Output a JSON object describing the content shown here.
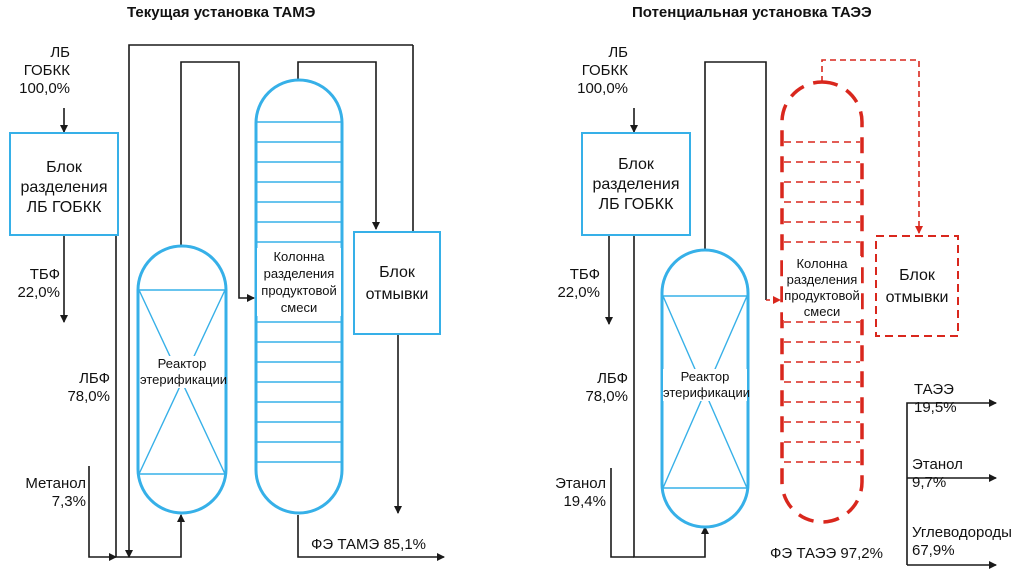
{
  "left": {
    "title": "Текущая установка ТАМЭ",
    "feed": [
      "ЛБ",
      "ГОБКК",
      "100,0%"
    ],
    "separation_block": [
      "Блок",
      "разделения",
      "ЛБ ГОБКК"
    ],
    "tbf": [
      "ТБФ",
      "22,0%"
    ],
    "lbf": [
      "ЛБФ",
      "78,0%"
    ],
    "alcohol": [
      "Метанол",
      "7,3%"
    ],
    "reactor": [
      "Реактор",
      "этерификации"
    ],
    "column": [
      "Колонна",
      "разделения",
      "продуктовой",
      "смеси"
    ],
    "wash": [
      "Блок",
      "отмывки"
    ],
    "product": "ФЭ ТАМЭ 85,1%"
  },
  "right": {
    "title": "Потенциальная установка ТАЭЭ",
    "feed": [
      "ЛБ",
      "ГОБКК",
      "100,0%"
    ],
    "separation_block": [
      "Блок",
      "разделения",
      "ЛБ ГОБКК"
    ],
    "tbf": [
      "ТБФ",
      "22,0%"
    ],
    "lbf": [
      "ЛБФ",
      "78,0%"
    ],
    "alcohol": [
      "Этанол",
      "19,4%"
    ],
    "reactor": [
      "Реактор",
      "этерификации"
    ],
    "column": [
      "Колонна",
      "разделения",
      "продуктовой",
      "смеси"
    ],
    "wash": [
      "Блок",
      "отмывки"
    ],
    "product": "ФЭ ТАЭЭ 97,2%",
    "outputs": [
      {
        "name": "ТАЭЭ",
        "value": "19,5%"
      },
      {
        "name": "Этанол",
        "value": "9,7%"
      },
      {
        "name": "Углеводороды",
        "value": "67,9%"
      }
    ]
  },
  "colors": {
    "line": "#1a1a1a",
    "equipment": "#36b0e8",
    "proposed": "#d9271d"
  }
}
